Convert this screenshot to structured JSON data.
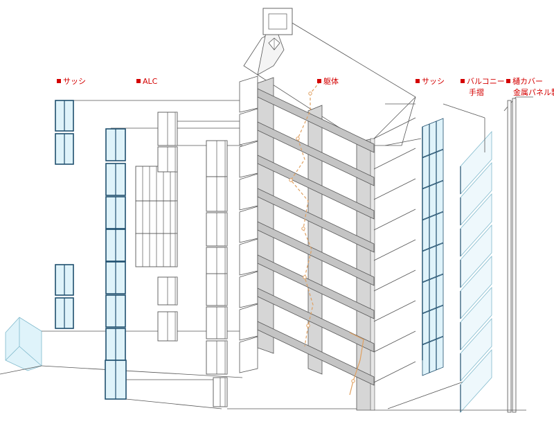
{
  "labels": {
    "sash_left": "サッシ",
    "alc": "ALC",
    "structure": "躯体",
    "sash_right": "サッシ",
    "balcony": "バルコニー",
    "handrail": "手摺",
    "gutter_cover": "樋カバー",
    "metal_panel": "金属パネル製"
  },
  "colors": {
    "label_red": "#d40000",
    "line": "#555555",
    "glass": "#dff3fa",
    "glass_edge": "#7fb9cc",
    "frame_blue": "#1f4f6e",
    "column_gray": "#d6d6d6",
    "slab_gray": "#c4c4c4",
    "pipe_orange": "#e0a060"
  }
}
